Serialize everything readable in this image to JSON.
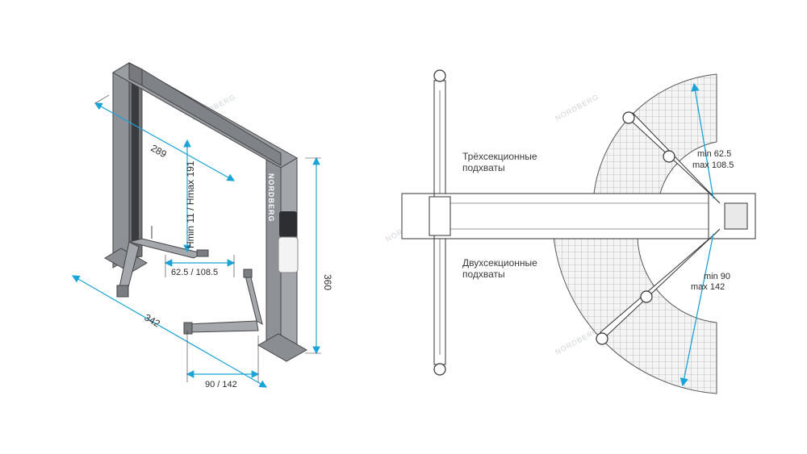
{
  "brand": "NORDBERG",
  "colors": {
    "accent": "#1aa3d6",
    "lift_body": "#8e9196",
    "lift_dark": "#6f7277",
    "line": "#333333"
  },
  "left_view": {
    "dims": {
      "width_289": "289",
      "height_range": "Hmin 11 / Hmax 191",
      "height_360": "360",
      "arm_short": "62.5 / 108.5",
      "depth_342": "342",
      "arm_long": "90 / 142"
    }
  },
  "right_view": {
    "label_three_section_1": "Трёхсекционные",
    "label_three_section_2": "подхваты",
    "label_two_section_1": "Двухсекционные",
    "label_two_section_2": "подхваты",
    "upper_min": "min 62.5",
    "upper_max": "max 108.5",
    "lower_min": "min 90",
    "lower_max": "max 142"
  }
}
